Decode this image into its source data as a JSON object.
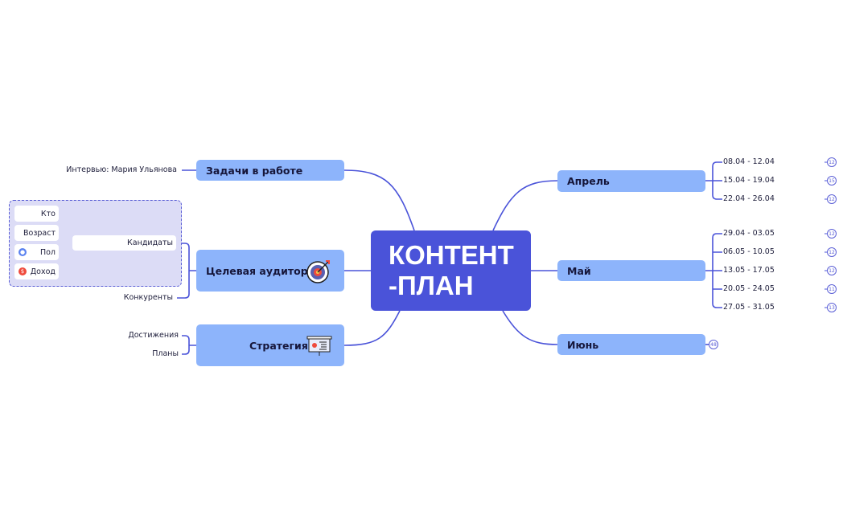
{
  "center": {
    "line1": "КОНТЕНТ",
    "line2": "-ПЛАН"
  },
  "left": {
    "tasks": {
      "label": "Задачи в работе",
      "children": [
        "Интервью: Мария Ульянова"
      ]
    },
    "audience": {
      "label": "Целевая аудитория",
      "icon": "target-icon",
      "candidates": {
        "label": "Кандидаты",
        "children": [
          {
            "label": "Кто"
          },
          {
            "label": "Возраст"
          },
          {
            "label": "Пол",
            "icon": "user-icon"
          },
          {
            "label": "Доход",
            "icon": "dollar-icon"
          }
        ]
      },
      "competitors": "Конкуренты"
    },
    "strategy": {
      "label": "Стратегия",
      "icon": "presentation-board-icon",
      "children": [
        "Достижения",
        "Планы"
      ]
    }
  },
  "right": {
    "april": {
      "label": "Апрель",
      "children": [
        {
          "label": "08.04 - 12.04",
          "count": "12"
        },
        {
          "label": "15.04 - 19.04",
          "count": "15"
        },
        {
          "label": "22.04 - 26.04",
          "count": "12"
        }
      ]
    },
    "may": {
      "label": "Май",
      "children": [
        {
          "label": "29.04 - 03.05",
          "count": "12"
        },
        {
          "label": "06.05 - 10.05",
          "count": "12"
        },
        {
          "label": "13.05 - 17.05",
          "count": "12"
        },
        {
          "label": "20.05 - 24.05",
          "count": "11"
        },
        {
          "label": "27.05 - 31.05",
          "count": "13"
        }
      ]
    },
    "june": {
      "label": "Июнь",
      "count": "48"
    }
  },
  "colors": {
    "center": "#4a53d9",
    "node": "#8db4fb",
    "line": "#4a53d9",
    "group": "#dcdcf6"
  }
}
